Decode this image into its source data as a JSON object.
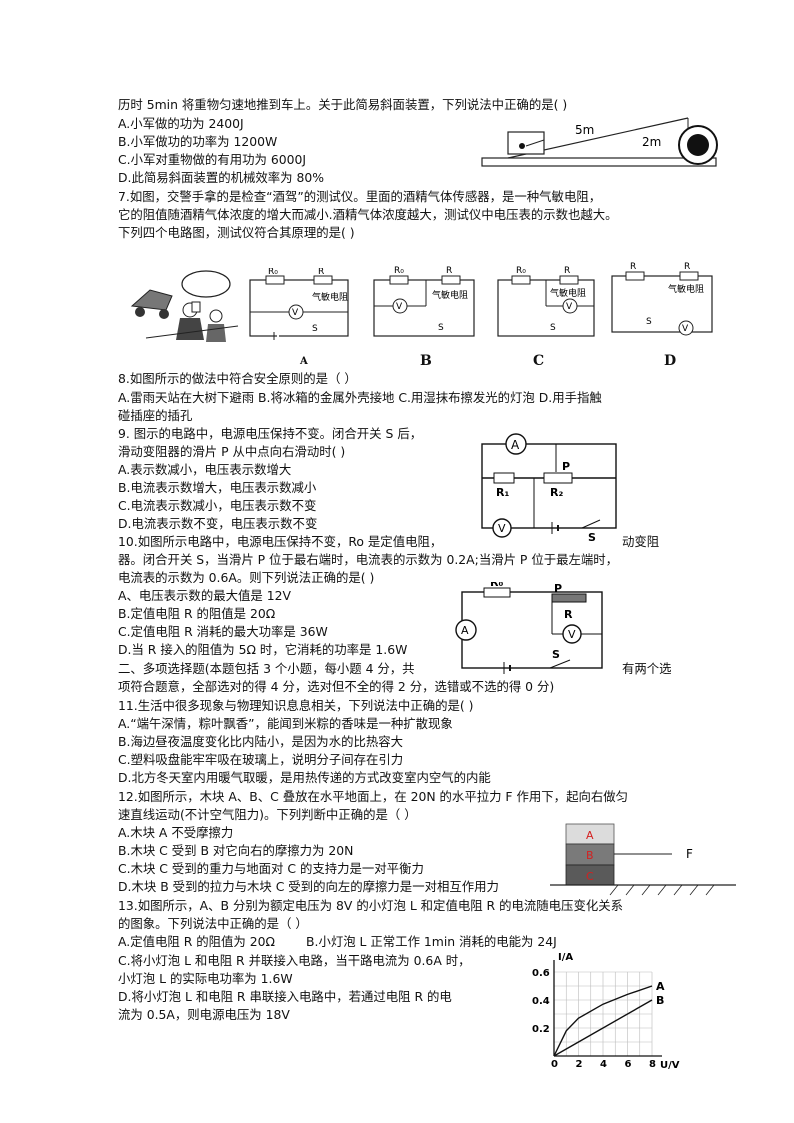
{
  "q6": {
    "stem": "历时 5min 将重物匀速地推到车上。关于此简易斜面装置，下列说法中正确的是(       )",
    "options": [
      "A.小军做的功为 2400J",
      "B.小军做功的功率为 1200W",
      "C.小军对重物做的有用功为 6000J",
      "D.此简易斜面装置的机械效率为 80%"
    ],
    "fig": {
      "slope": "5m",
      "height": "2m"
    }
  },
  "q7": {
    "lines": [
      "7.如图，交警手拿的是检查“酒驾”的测试仪。里面的酒精气体传感器，是一种气敏电阻，",
      "它的阻值随酒精气体浓度的增大而减小.酒精气体浓度越大，测试仪中电压表的示数也越大。",
      "下列四个电路图，测试仪符合其原理的是(         )"
    ],
    "fig": {
      "r0": "R₀",
      "r": "R",
      "gas": "气敏电阻",
      "switch": "S",
      "meter": "V",
      "choices": [
        "A",
        "B",
        "C",
        "D"
      ]
    }
  },
  "q8": {
    "stem": "8.如图所示的做法中符合安全原则的是（        ）",
    "line2": "A.雷雨天站在大树下避雨  B.将冰箱的金属外壳接地  C.用湿抹布擦发光的灯泡  D.用手指触",
    "line3": "碰插座的插孔"
  },
  "q9": {
    "lines": [
      "9.   图示的电路中，电源电压保持不变。闭合开关 S 后，",
      "滑动变阻器的滑片 P 从中点向右滑动时(       )"
    ],
    "options": [
      "A.表示数减小，电压表示数增大",
      "B.电流表示数增大，电压表示数减小",
      "C.电流表示数减小，电压表示数不变",
      "D.电流表示数不变，电压表示数不变"
    ],
    "fig": {
      "a": "A",
      "v": "V",
      "p": "P",
      "r1": "R₁",
      "r2": "R₂",
      "s": "S"
    }
  },
  "q10": {
    "lines": [
      "10.如图所示电路中，电源电压保持不变，Ro 是定值电阻，",
      "器。闭合开关 S，当滑片 P 位于最右端时，电流表的示数为 0.2A;当滑片 P 位于最左端时，",
      "电流表的示数为 0.6A。则下列说法正确的是(      )"
    ],
    "line1_tail": "动变阻",
    "options": [
      "A、电压表示数的最大值是 12V",
      "B.定值电阻 R 的阻值是 20Ω",
      "C.定值电阻 R 消耗的最大功率是 36W",
      "D.当 R 接入的阻值为 5Ω 时，它消耗的功率是 1.6W"
    ],
    "fig": {
      "r0": "R₀",
      "p": "P",
      "r": "R",
      "a": "A",
      "v": "V",
      "s": "S"
    }
  },
  "sec2": {
    "line1": "二、多项选择题(本题包括 3 个小题，每小题 4 分，共",
    "line1_tail": "有两个选",
    "line2": "项符合题意，全部选对的得 4 分，选对但不全的得 2 分，选错或不选的得 0 分)"
  },
  "q11": {
    "stem": "11.生活中很多现象与物理知识息息相关，下列说法中正确的是(       )",
    "options": [
      "A.“端午深情，粽叶飘香”，能闻到米粽的香味是一种扩散现象",
      "B.海边昼夜温度变化比内陆小，是因为水的比热容大",
      "C.塑料吸盘能牢牢吸在玻璃上，说明分子间存在引力",
      "D.北方冬天室内用暖气取暖，是用热传递的方式改变室内空气的内能"
    ]
  },
  "q12": {
    "lines": [
      "12.如图所示，木块 A、B、C 叠放在水平地面上，在   20N 的水平拉力 F 作用下，起向右做匀",
      "速直线运动(不计空气阻力)。下列判断中正确的是（        ）"
    ],
    "options": [
      "A.木块 A 不受摩擦力",
      "B.木块 C 受到 B 对它向右的摩擦力为 20N",
      "C.木块 C 受到的重力与地面对 C 的支持力是一对平衡力",
      "D.木块 B 受到的拉力与木块 C 受到的向左的摩擦力是一对相互作用力"
    ],
    "fig": {
      "a": "A",
      "b": "B",
      "c": "C",
      "f": "F",
      "colors": {
        "a": "#dcdcdc",
        "b": "#7a7a7a",
        "c": "#5a5a5a",
        "text": "#d42020"
      }
    }
  },
  "q13": {
    "lines": [
      "13.如图所示，A、B 分别为额定电压为 8V 的小灯泡 L 和定值电阻 R 的电流随电压变化关系",
      "的图象。下列说法中正确的是（        ）"
    ],
    "optA": "A.定值电阻 R 的阻值为 20Ω",
    "optB": "B.小灯泡 L 正常工作 1min 消耗的电能为 24J",
    "optC1": "C.将小灯泡 L 和电阻 R 并联接入电路，当干路电流为 0.6A 时，",
    "optC2": "小灯泡 L 的实际电功率为 1.6W",
    "optD1": "D.将小灯泡 L 和电阻 R 串联接入电路中，若通过电阻 R 的电",
    "optD2": "流为 0.5A，则电源电压为 18V"
  },
  "chart_data": {
    "type": "line",
    "ylabel": "I/A",
    "xlabel": "U/V",
    "xticks": [
      "0",
      "2",
      "4",
      "6",
      "8"
    ],
    "yticks": [
      "0.2",
      "0.4",
      "0.6"
    ],
    "xlim": [
      0,
      8
    ],
    "ylim": [
      0,
      0.6
    ],
    "series": [
      {
        "name": "A",
        "x": [
          0,
          1,
          2,
          4,
          6,
          8
        ],
        "y": [
          0,
          0.18,
          0.27,
          0.37,
          0.44,
          0.5
        ]
      },
      {
        "name": "B",
        "x": [
          0,
          8
        ],
        "y": [
          0,
          0.4
        ]
      }
    ]
  }
}
